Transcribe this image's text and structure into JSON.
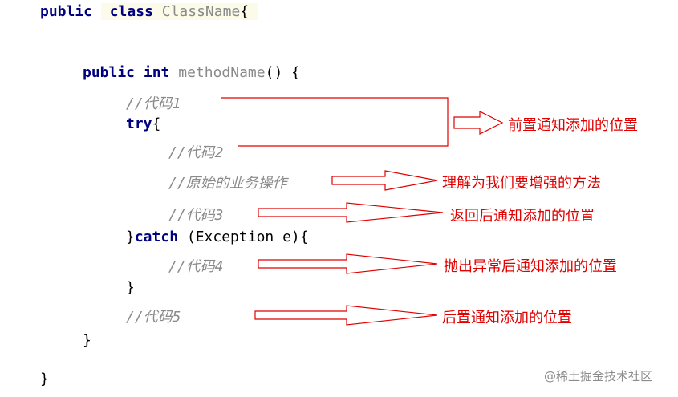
{
  "code": {
    "class_kw_public": "public",
    "class_kw_class": "class",
    "class_name": "ClassName",
    "class_open": "{",
    "method_kw_public": "public",
    "method_kw_int": "int",
    "method_name": "methodName",
    "method_rest": "() {",
    "comment1": "//代码1",
    "try_kw": "try",
    "try_open": "{",
    "comment2": "//代码2",
    "comment_original": "//原始的业务操作",
    "comment3": "//代码3",
    "catch_close": "}",
    "catch_kw": "catch",
    "catch_rest": " (Exception e){",
    "comment4": "//代码4",
    "catch_end": "}",
    "comment5": "//代码5",
    "method_close": "}",
    "class_close": "}"
  },
  "annotations": {
    "before": "前置通知添加的位置",
    "enhance": "理解为我们要增强的方法",
    "after_returning": "返回后通知添加的位置",
    "after_throwing": "抛出异常后通知添加的位置",
    "after": "后置通知添加的位置"
  },
  "colors": {
    "annotation": "#e00000",
    "keyword": "#000080",
    "comment": "#8a8a8a"
  },
  "watermark": "@稀土掘金技术社区"
}
